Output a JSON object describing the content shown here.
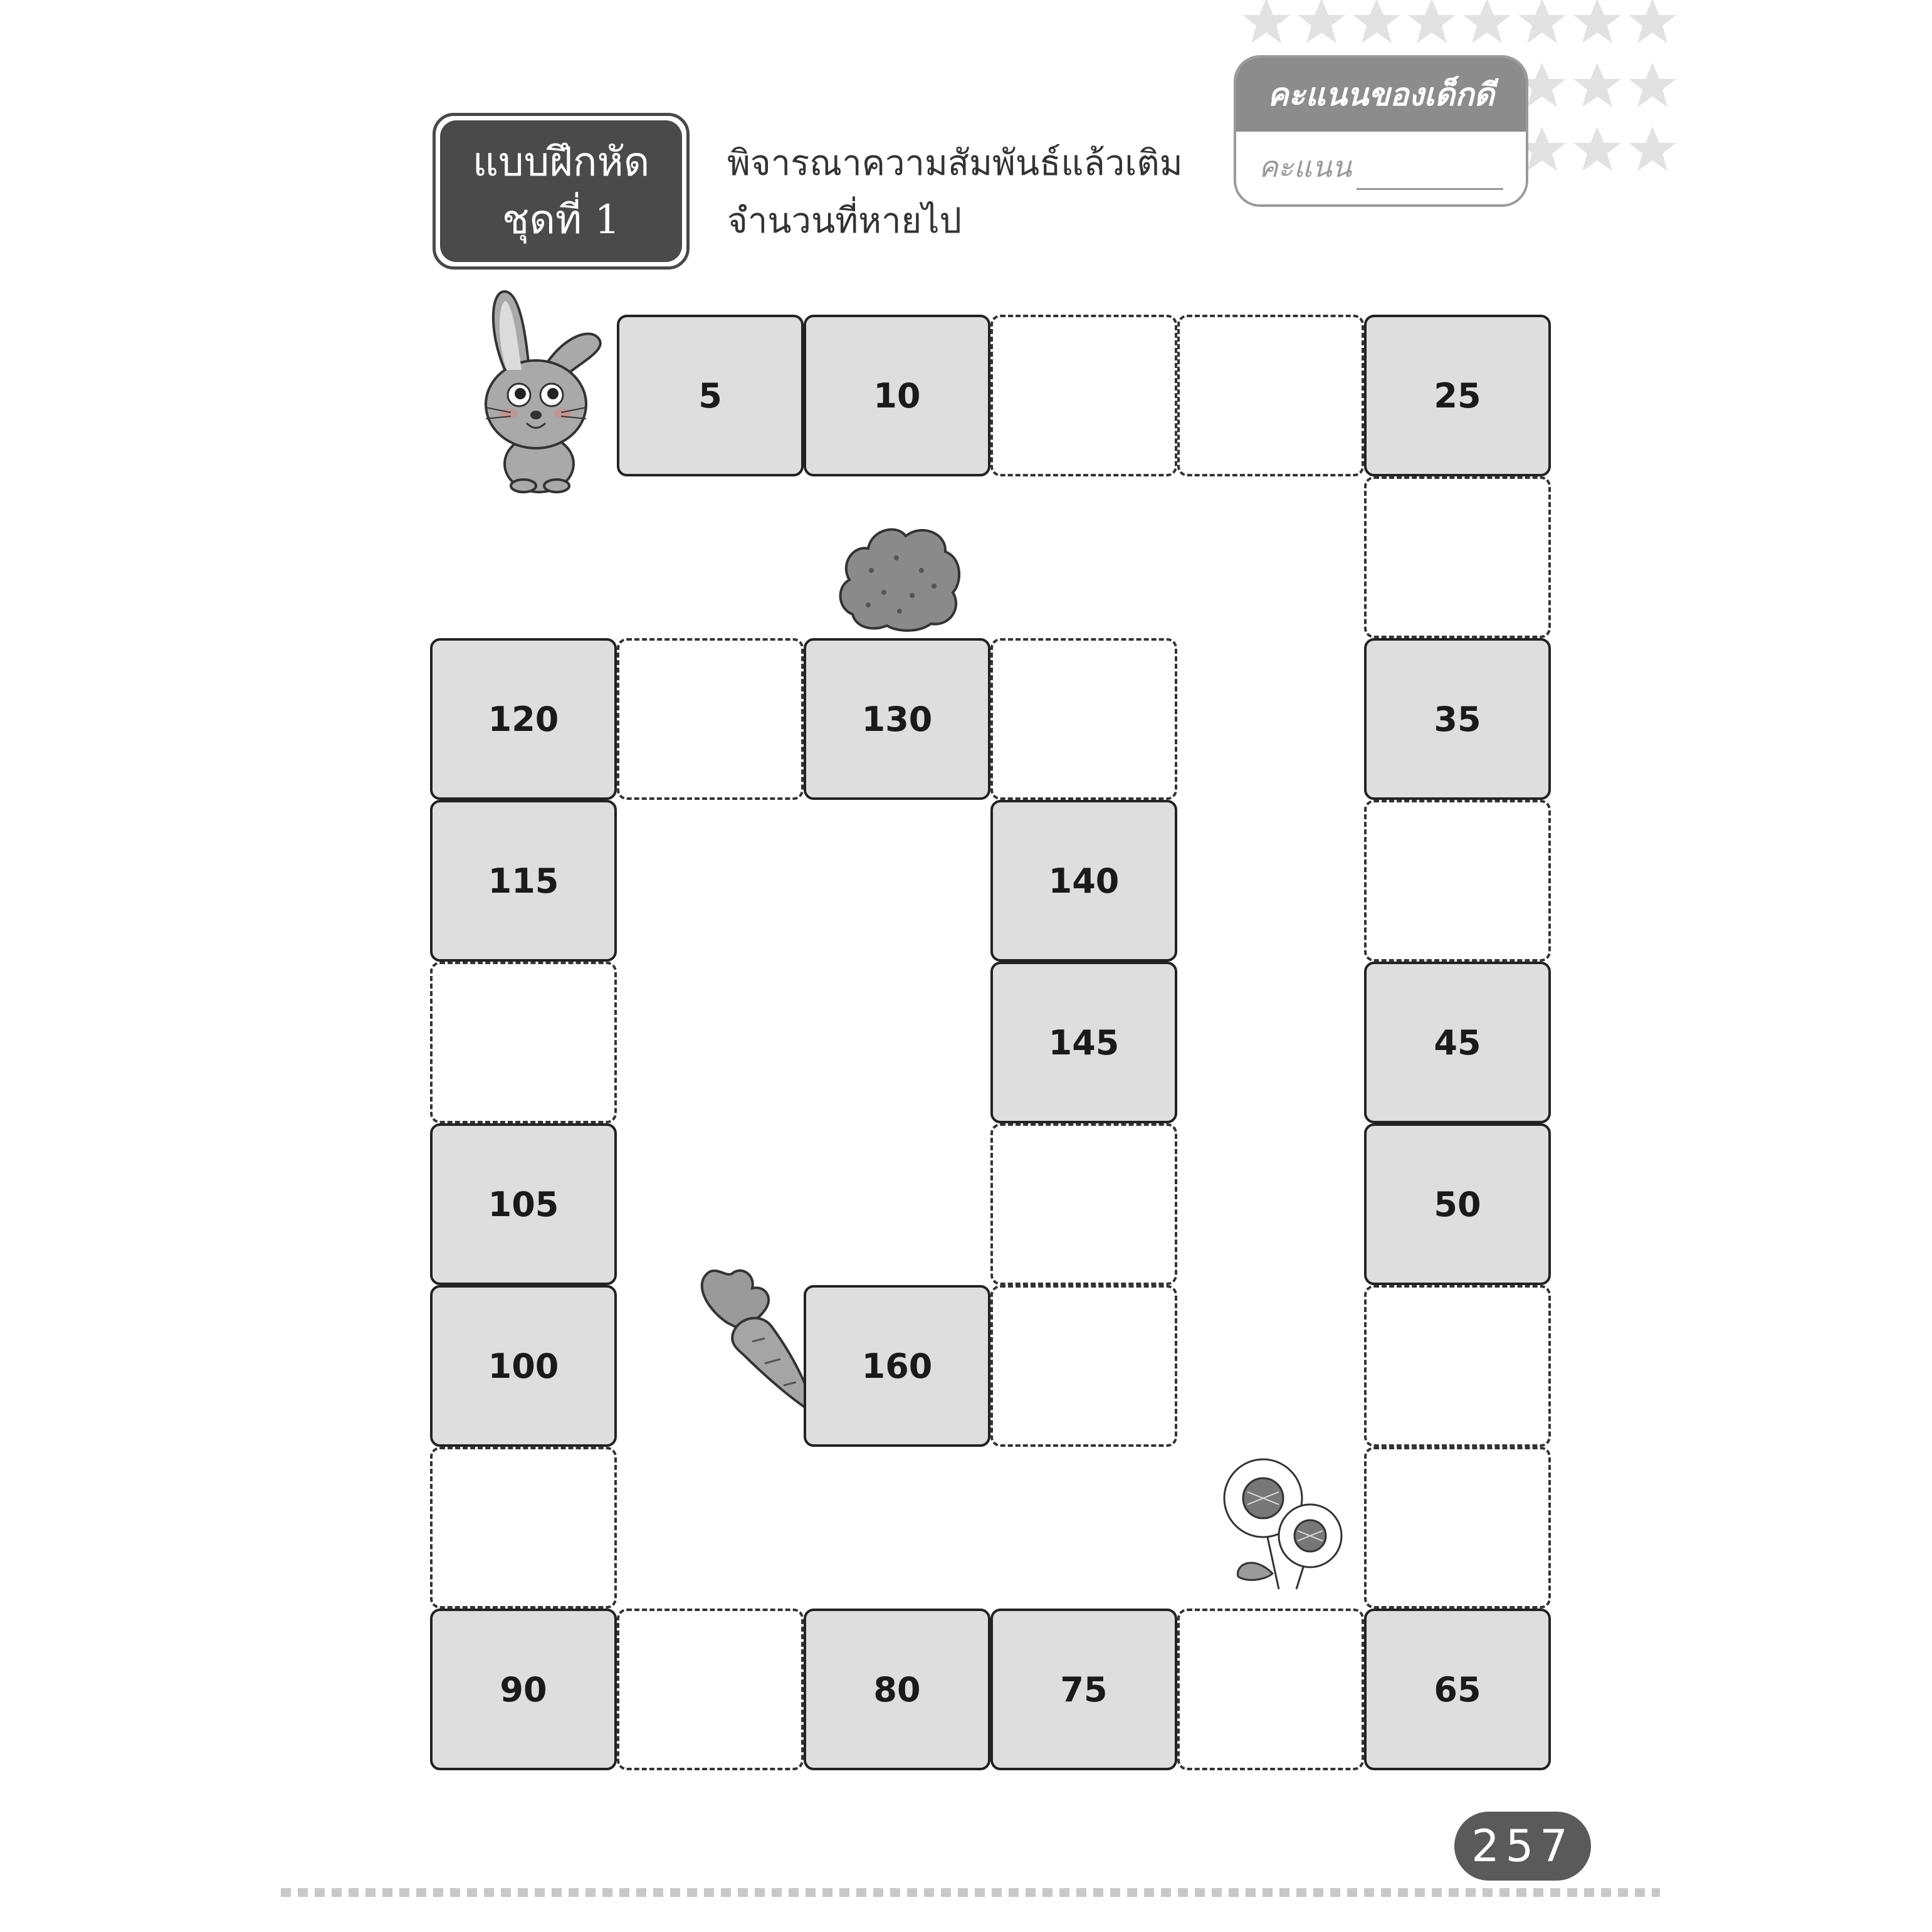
{
  "title": {
    "line1": "แบบฝึกหัด",
    "line2": "ชุดที่  1"
  },
  "instruction": {
    "line1": "พิจารณาความสัมพันธ์แล้วเติม",
    "line2": "จำนวนที่หายไป"
  },
  "score_box": {
    "header": "คะแนนของเด็กดี",
    "label": "คะแนน"
  },
  "page_number": "257",
  "colors": {
    "filled_cell": "#dedede",
    "border": "#222222",
    "badge": "#4a4a4a",
    "star": "#e2e2e2"
  },
  "icons": [
    "rabbit-icon",
    "bush-icon",
    "carrot-icon",
    "sunflower-icon",
    "star-icon"
  ],
  "cells": [
    {
      "value": "5"
    },
    {
      "value": "10"
    },
    {
      "value": ""
    },
    {
      "value": ""
    },
    {
      "value": "25"
    },
    {
      "value": ""
    },
    {
      "value": "35"
    },
    {
      "value": ""
    },
    {
      "value": "45"
    },
    {
      "value": "50"
    },
    {
      "value": ""
    },
    {
      "value": ""
    },
    {
      "value": "65"
    },
    {
      "value": ""
    },
    {
      "value": "75"
    },
    {
      "value": "80"
    },
    {
      "value": ""
    },
    {
      "value": "90"
    },
    {
      "value": ""
    },
    {
      "value": "100"
    },
    {
      "value": "105"
    },
    {
      "value": ""
    },
    {
      "value": "115"
    },
    {
      "value": "120"
    },
    {
      "value": ""
    },
    {
      "value": "130"
    },
    {
      "value": ""
    },
    {
      "value": "140"
    },
    {
      "value": "145"
    },
    {
      "value": ""
    },
    {
      "value": ""
    },
    {
      "value": "160"
    }
  ]
}
